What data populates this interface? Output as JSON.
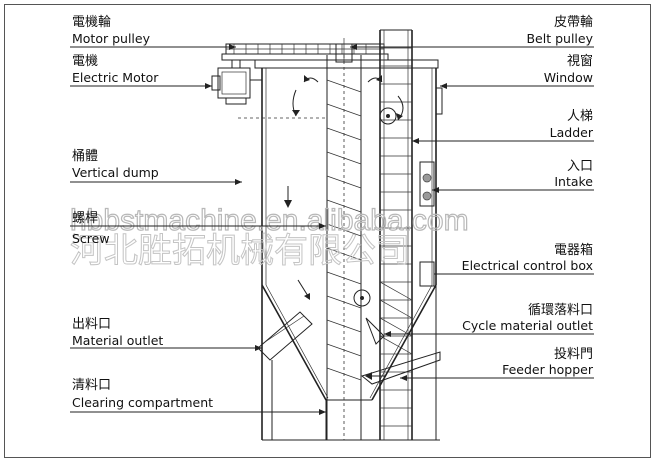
{
  "labels_left": [
    {
      "id": "motor-pulley",
      "zh": "電機輪",
      "en": "Motor pulley"
    },
    {
      "id": "electric-motor",
      "zh": "電機",
      "en": "Electric Motor"
    },
    {
      "id": "vertical-dump",
      "zh": "桶體",
      "en": "Vertical dump"
    },
    {
      "id": "screw",
      "zh": "螺桿",
      "en": "Screw"
    },
    {
      "id": "material-outlet",
      "zh": "出料口",
      "en": "Material outlet"
    },
    {
      "id": "clearing-compartment",
      "zh": "清料口",
      "en": "Clearing compartment"
    }
  ],
  "labels_right": [
    {
      "id": "belt-pulley",
      "zh": "皮帶輪",
      "en": "Belt pulley"
    },
    {
      "id": "window",
      "zh": "視窗",
      "en": "Window"
    },
    {
      "id": "ladder",
      "zh": "人梯",
      "en": "Ladder"
    },
    {
      "id": "intake",
      "zh": "入口",
      "en": "Intake"
    },
    {
      "id": "electrical-control-box",
      "zh": "電器箱",
      "en": "Electrical control box"
    },
    {
      "id": "cycle-material-outlet",
      "zh": "循環落料口",
      "en": "Cycle material outlet"
    },
    {
      "id": "feeder-hopper",
      "zh": "投料門",
      "en": "Feeder hopper"
    }
  ],
  "watermark": {
    "url": "hbbstmachine.en.alibaba.com",
    "company": "河北胜拓机械有限公司"
  }
}
